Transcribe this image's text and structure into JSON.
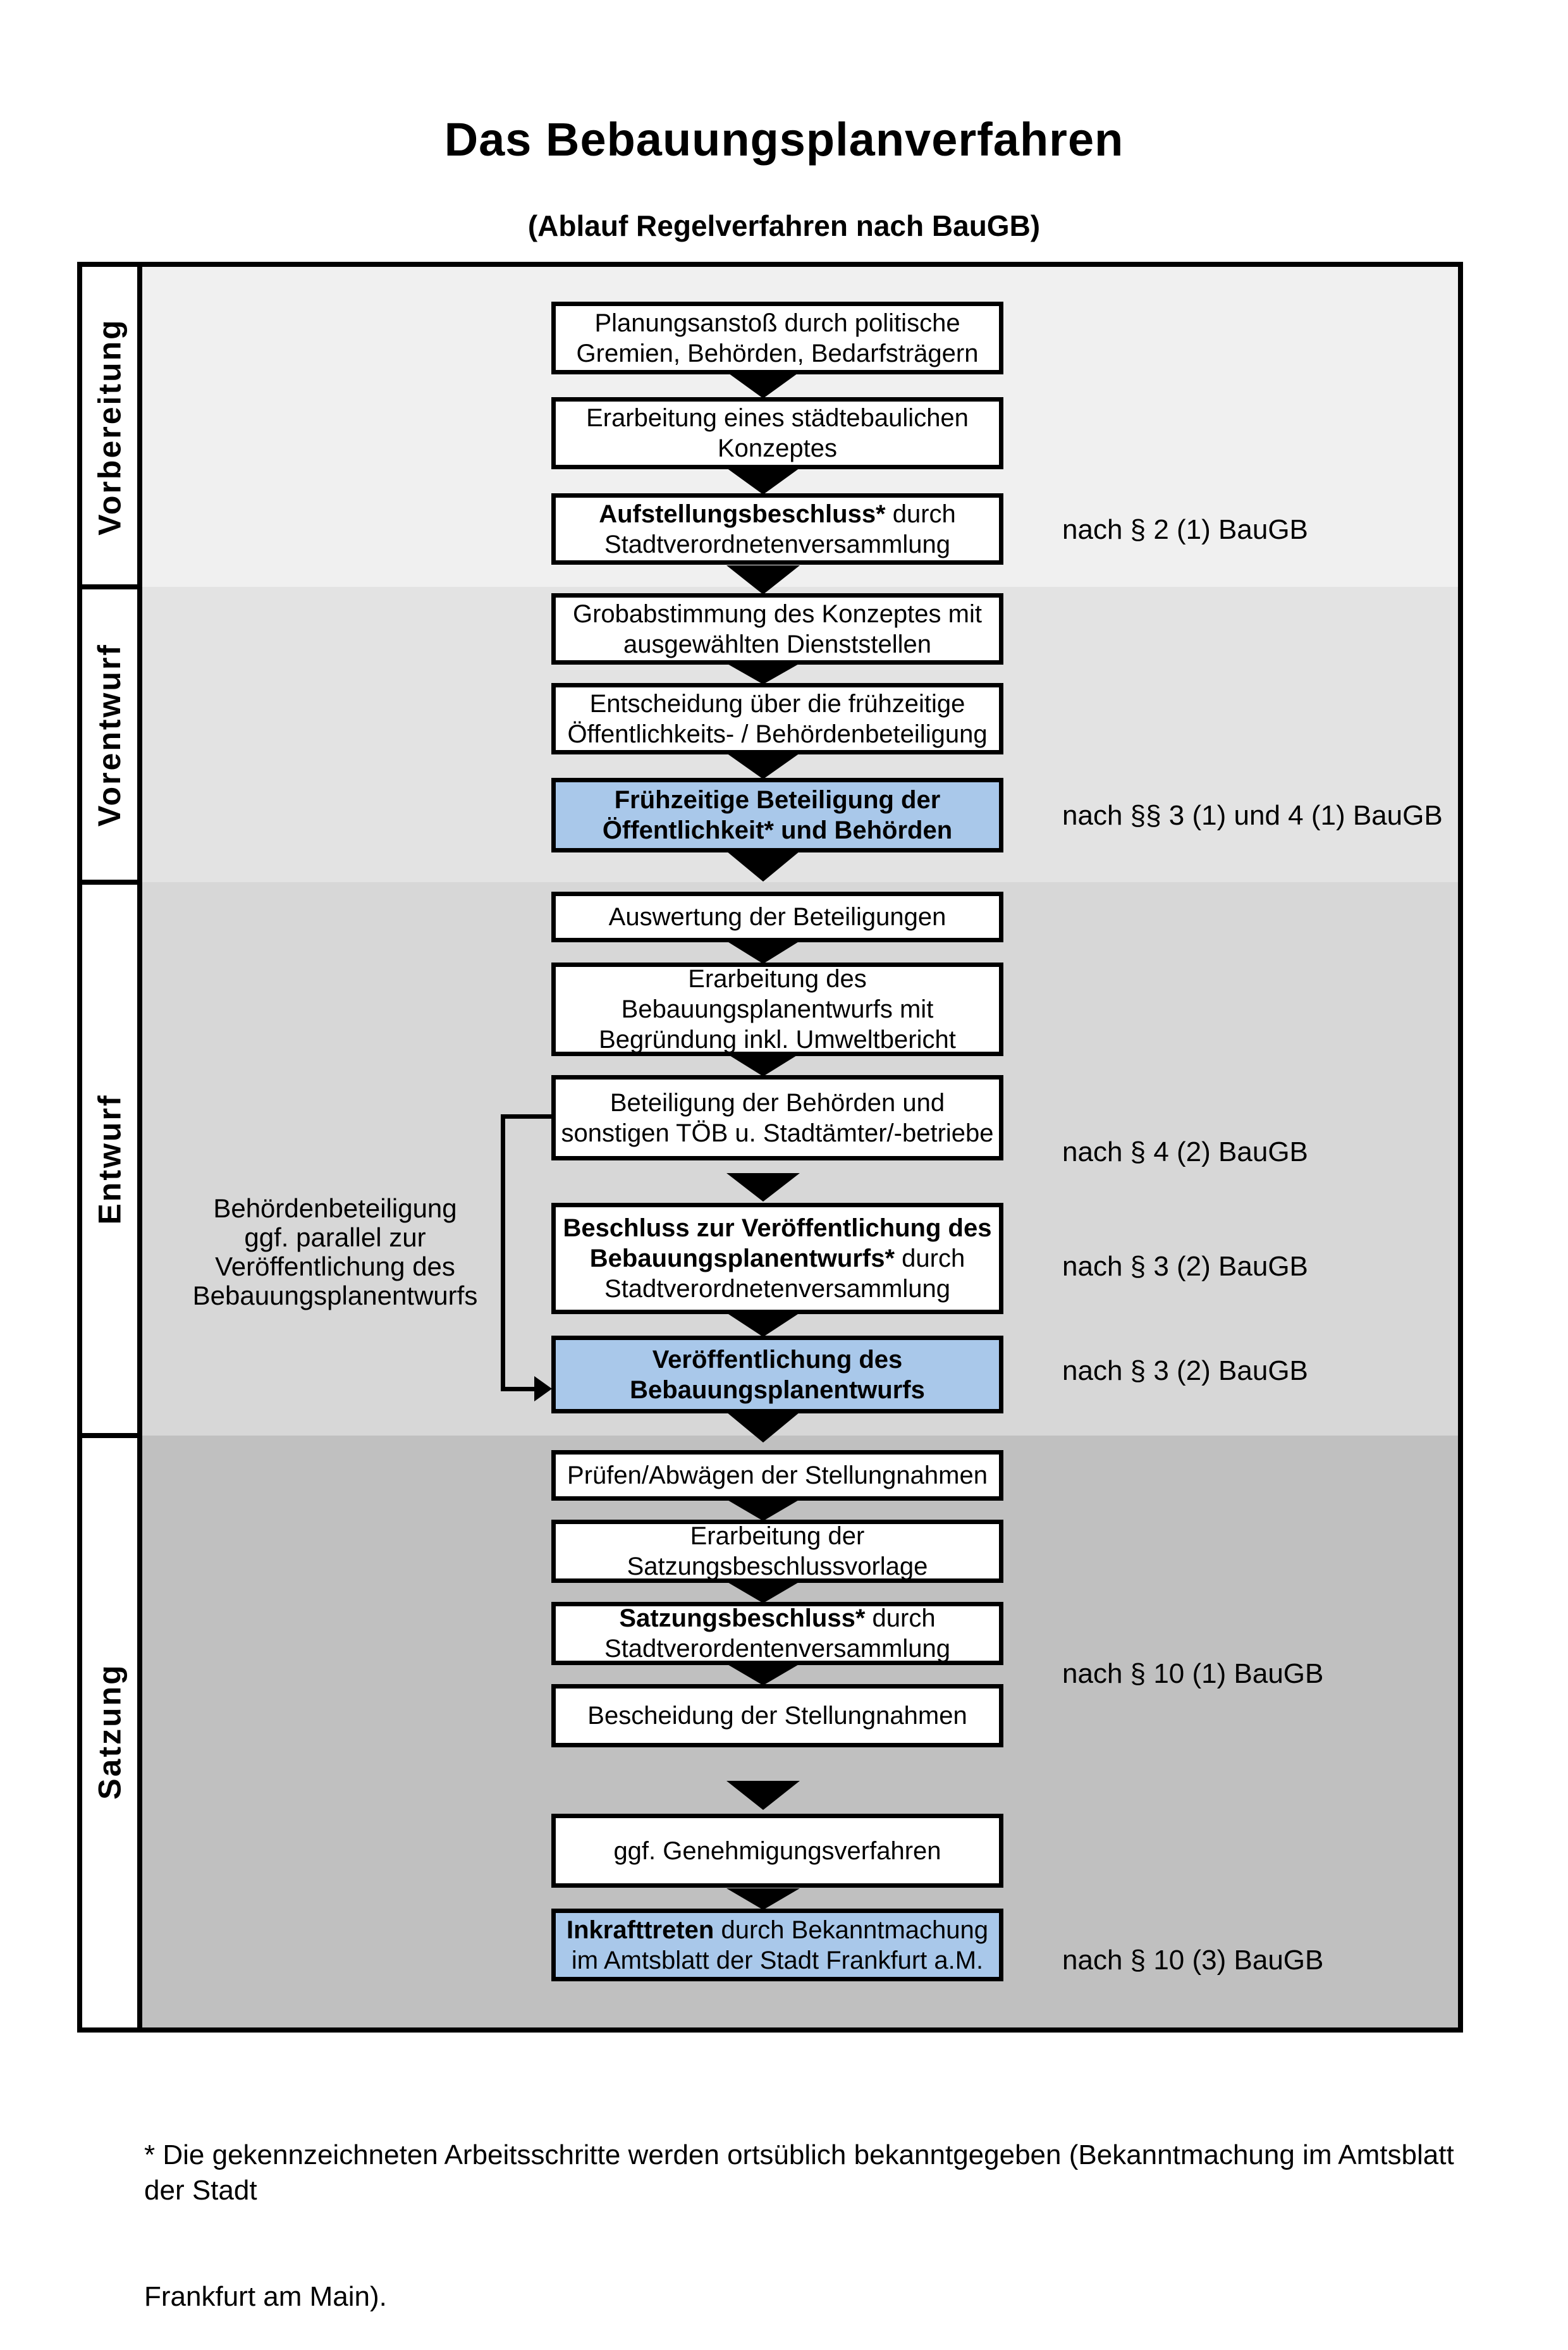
{
  "title": "Das Bebauungsplanverfahren",
  "subtitle": "(Ablauf Regelverfahren nach BauGB)",
  "colors": {
    "highlight": "#a9c8ea",
    "section_bgs": [
      "#f0f0f0",
      "#e3e3e3",
      "#d7d7d7",
      "#c0c0c0"
    ]
  },
  "sections": [
    {
      "label": "Vorbereitung"
    },
    {
      "label": "Vorentwurf"
    },
    {
      "label": "Entwurf"
    },
    {
      "label": "Satzung"
    }
  ],
  "steps": [
    {
      "highlight": false,
      "lines": [
        [
          {
            "t": "Planungsanstoß durch politische",
            "b": false
          }
        ],
        [
          {
            "t": "Gremien, Behörden, Bedarfsträgern",
            "b": false
          }
        ]
      ]
    },
    {
      "highlight": false,
      "lines": [
        [
          {
            "t": "Erarbeitung eines städtebaulichen",
            "b": false
          }
        ],
        [
          {
            "t": "Konzeptes",
            "b": false
          }
        ]
      ]
    },
    {
      "highlight": false,
      "ref": "nach § 2 (1) BauGB",
      "lines": [
        [
          {
            "t": "Aufstellungsbeschluss*",
            "b": true
          },
          {
            "t": " durch",
            "b": false
          }
        ],
        [
          {
            "t": "Stadtverordnetenversammlung",
            "b": false
          }
        ]
      ]
    },
    {
      "highlight": false,
      "lines": [
        [
          {
            "t": "Grobabstimmung des Konzeptes mit",
            "b": false
          }
        ],
        [
          {
            "t": "ausgewählten Dienststellen",
            "b": false
          }
        ]
      ]
    },
    {
      "highlight": false,
      "lines": [
        [
          {
            "t": "Entscheidung über die frühzeitige",
            "b": false
          }
        ],
        [
          {
            "t": "Öffentlichkeits- / Behördenbeteiligung",
            "b": false
          }
        ]
      ]
    },
    {
      "highlight": true,
      "ref": "nach §§ 3 (1) und 4 (1) BauGB",
      "lines": [
        [
          {
            "t": "Frühzeitige Beteiligung der",
            "b": true
          }
        ],
        [
          {
            "t": "Öffentlichkeit* und Behörden",
            "b": true
          }
        ]
      ]
    },
    {
      "highlight": false,
      "lines": [
        [
          {
            "t": "Auswertung der Beteiligungen",
            "b": false
          }
        ]
      ]
    },
    {
      "highlight": false,
      "lines": [
        [
          {
            "t": "Erarbeitung des",
            "b": false
          }
        ],
        [
          {
            "t": "Bebauungsplanentwurfs mit",
            "b": false
          }
        ],
        [
          {
            "t": "Begründung inkl. Umweltbericht",
            "b": false
          }
        ]
      ]
    },
    {
      "highlight": false,
      "ref": "nach § 4 (2) BauGB",
      "lines": [
        [
          {
            "t": "Beteiligung der Behörden und",
            "b": false
          }
        ],
        [
          {
            "t": "sonstigen TÖB u. Stadtämter/-betriebe",
            "b": false
          }
        ]
      ]
    },
    {
      "highlight": false,
      "ref": "nach § 3 (2) BauGB",
      "lines": [
        [
          {
            "t": "Beschluss zur Veröffentlichung des",
            "b": true
          }
        ],
        [
          {
            "t": "Bebauungsplanentwurfs*",
            "b": true
          },
          {
            "t": " durch",
            "b": false
          }
        ],
        [
          {
            "t": "Stadtverordnetenversammlung",
            "b": false
          }
        ]
      ]
    },
    {
      "highlight": true,
      "ref": "nach § 3 (2) BauGB",
      "lines": [
        [
          {
            "t": "Veröffentlichung des",
            "b": true
          }
        ],
        [
          {
            "t": "Bebauungsplanentwurfs",
            "b": true
          }
        ]
      ]
    },
    {
      "highlight": false,
      "lines": [
        [
          {
            "t": "Prüfen/Abwägen der Stellungnahmen",
            "b": false
          }
        ]
      ]
    },
    {
      "highlight": false,
      "lines": [
        [
          {
            "t": "Erarbeitung der",
            "b": false
          }
        ],
        [
          {
            "t": "Satzungsbeschlussvorlage",
            "b": false
          }
        ]
      ]
    },
    {
      "highlight": false,
      "ref": "nach § 10 (1) BauGB",
      "lines": [
        [
          {
            "t": "Satzungsbeschluss*",
            "b": true
          },
          {
            "t": " durch",
            "b": false
          }
        ],
        [
          {
            "t": "Stadtverordentenversammlung",
            "b": false
          }
        ]
      ]
    },
    {
      "highlight": false,
      "lines": [
        [
          {
            "t": "Bescheidung der Stellungnahmen",
            "b": false
          }
        ]
      ]
    },
    {
      "highlight": false,
      "lines": [
        [
          {
            "t": "ggf. Genehmigungsverfahren",
            "b": false
          }
        ]
      ]
    },
    {
      "highlight": true,
      "ref": "nach § 10 (3) BauGB",
      "lines": [
        [
          {
            "t": "Inkrafttreten",
            "b": true
          },
          {
            "t": " durch Bekanntmachung",
            "b": false
          }
        ],
        [
          {
            "t": "im Amtsblatt der Stadt Frankfurt a.M.",
            "b": false
          }
        ]
      ]
    }
  ],
  "side_note": {
    "lines": [
      "Behördenbeteiligung",
      "ggf. parallel zur",
      "Veröffentlichung des",
      "Bebauungsplanentwurfs"
    ]
  },
  "footnote": {
    "line1": "* Die gekennzeichneten Arbeitsschritte werden ortsüblich bekanntgegeben (Bekanntmachung im Amtsblatt  der Stadt",
    "line2": "Frankfurt am Main)."
  }
}
